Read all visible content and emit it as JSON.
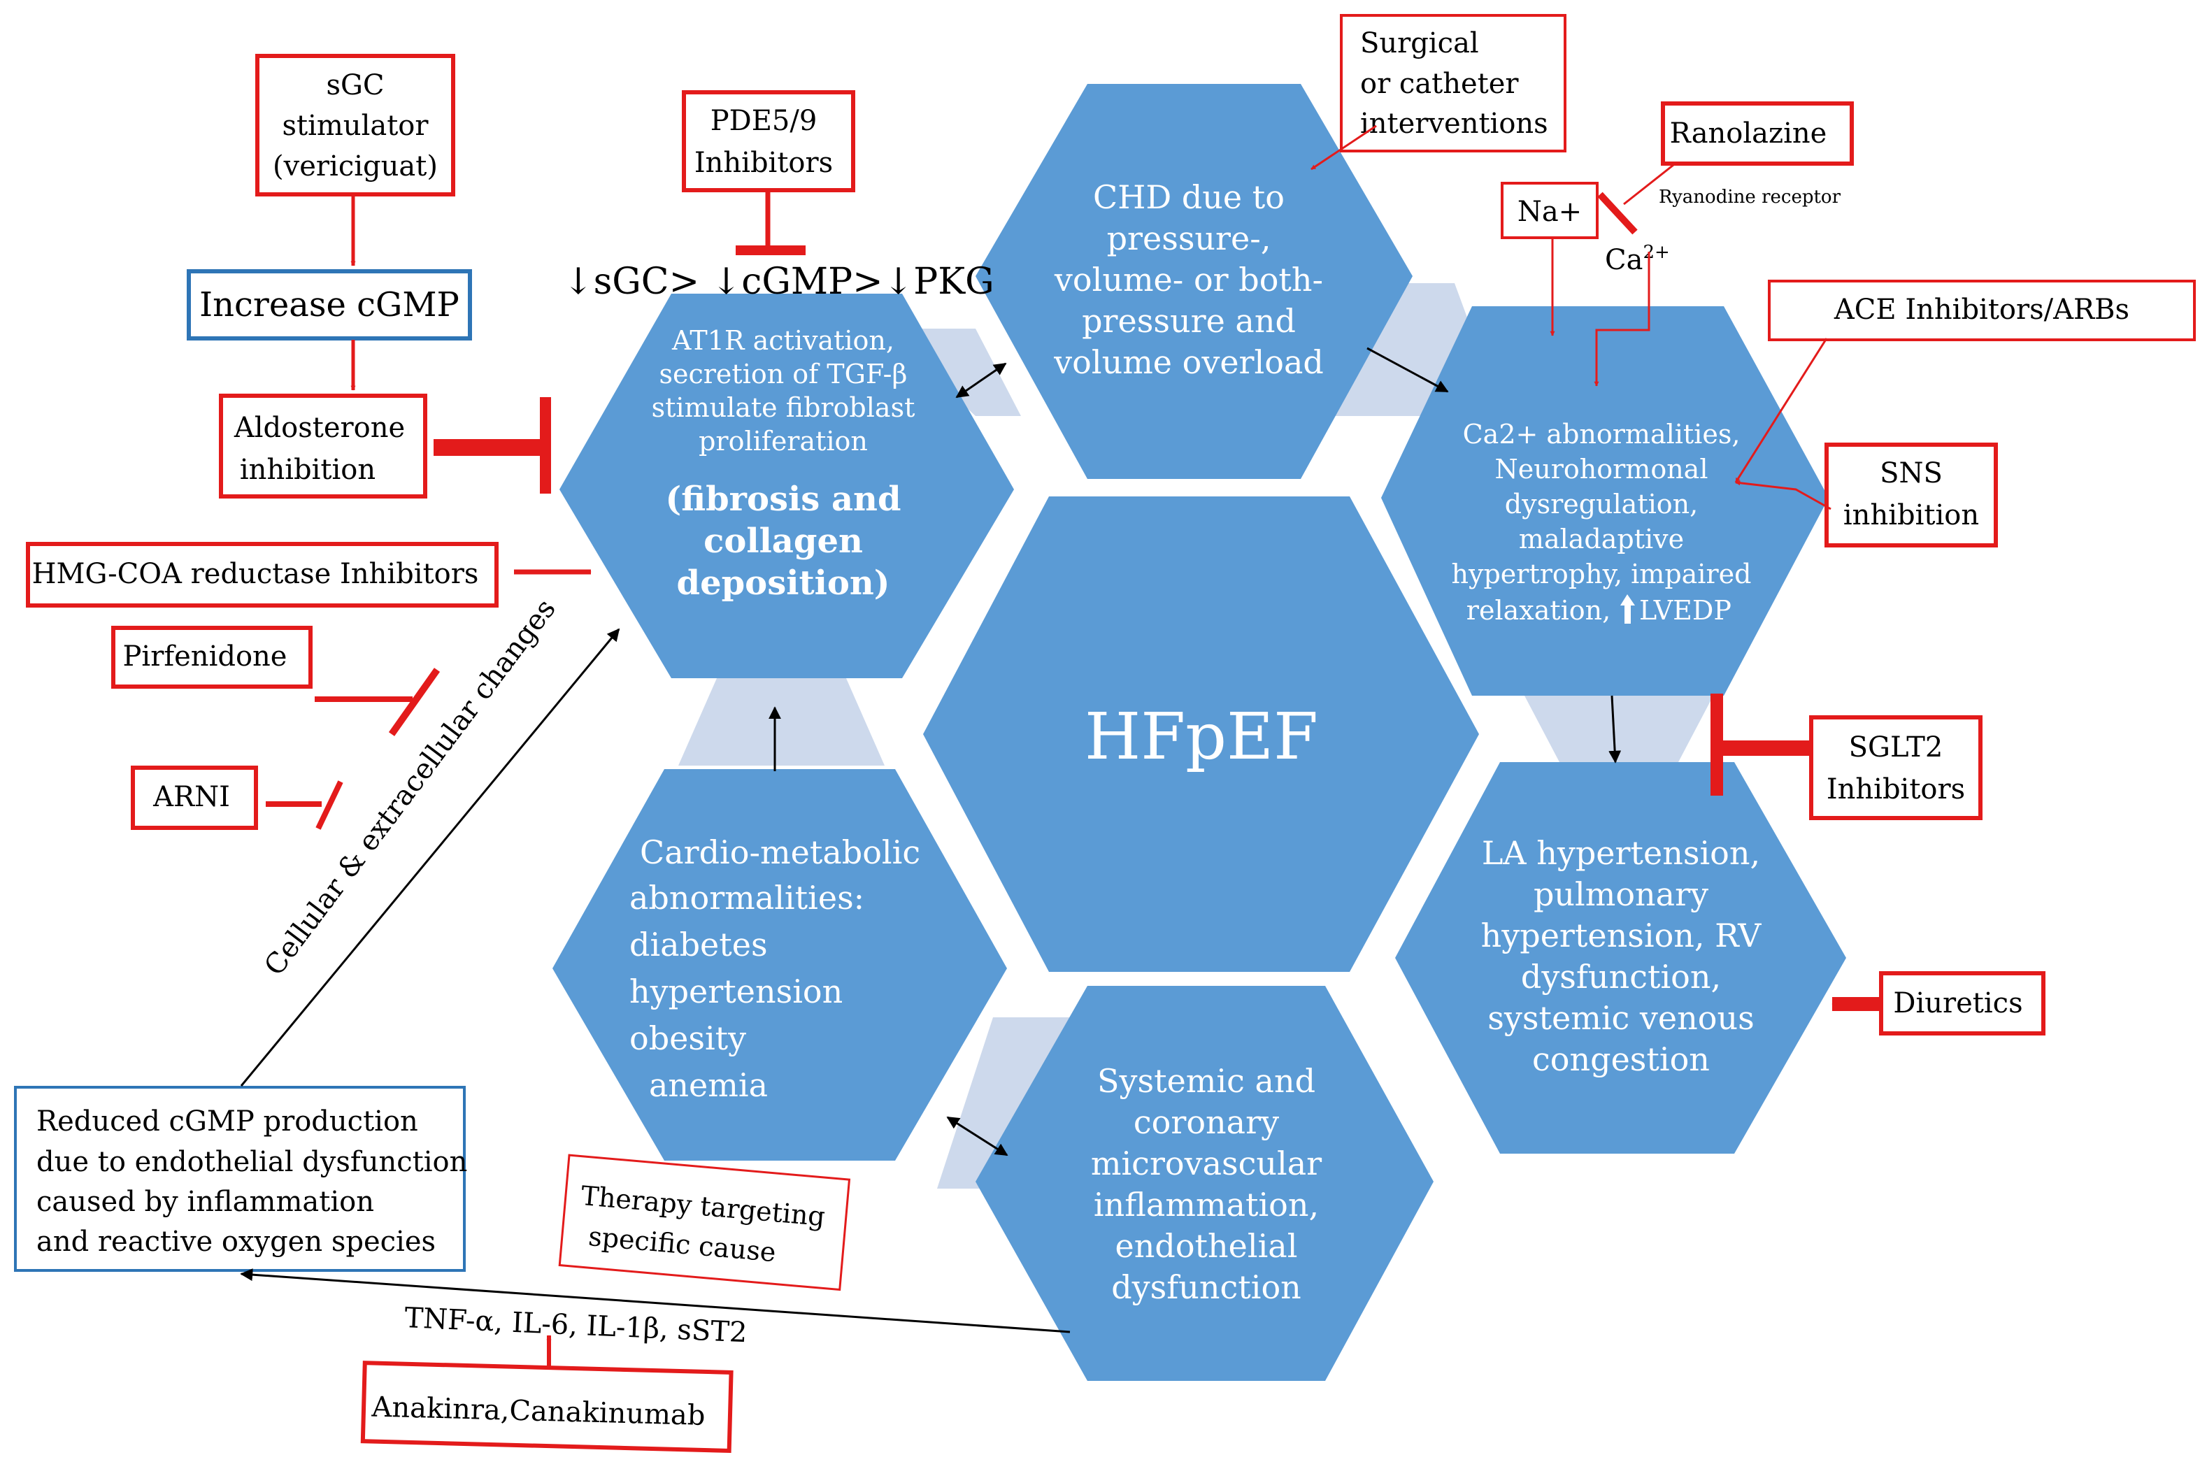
{
  "center": {
    "label": "HFpEF"
  },
  "hexagons": {
    "fibrosis": {
      "lines": [
        "AT1R activation,",
        "secretion of TGF-β",
        "stimulate fibroblast",
        "proliferation"
      ],
      "bold_lines": [
        "(fibrosis and",
        "collagen",
        "deposition)"
      ]
    },
    "chd": {
      "lines": [
        "CHD due to",
        "pressure-,",
        "volume- or both-",
        "pressure and",
        "volume overload"
      ]
    },
    "ca": {
      "lines": [
        "Ca2+ abnormalities,",
        "Neurohormonal",
        "dysregulation,",
        "maladaptive",
        "hypertrophy, impaired",
        "relaxation, ",
        "LVEDP"
      ]
    },
    "la": {
      "lines": [
        "LA hypertension,",
        "pulmonary",
        "hypertension, RV",
        "dysfunction,",
        "systemic venous",
        "congestion"
      ]
    },
    "systemic": {
      "lines": [
        "Systemic and",
        "coronary",
        "microvascular",
        "inflammation,",
        "endothelial",
        "dysfunction"
      ]
    },
    "cardiometabolic": {
      "lines": [
        "Cardio-metabolic",
        "abnormalities:",
        "diabetes",
        "hypertension",
        "obesity",
        "anemia"
      ]
    }
  },
  "pathway_text": "↓sGC> ↓cGMP>↓PKG",
  "boxes": {
    "sgc": [
      "sGC",
      "stimulator",
      "(vericiguat)"
    ],
    "increase_cgmp": "Increase cGMP",
    "aldosterone": [
      "Aldosterone",
      "inhibition"
    ],
    "hmg": "HMG-COA reductase Inhibitors",
    "pirfenidone": "Pirfenidone",
    "arni": "ARNI",
    "pde": [
      "PDE5/9",
      "Inhibitors"
    ],
    "surgical": [
      "Surgical",
      "or catheter",
      "interventions"
    ],
    "ranolazine": "Ranolazine",
    "na": "Na+",
    "ace": "ACE Inhibitors/ARBs",
    "sns": [
      "SNS",
      "inhibition"
    ],
    "sglt2": [
      "SGLT2",
      "Inhibitors"
    ],
    "diuretics": "Diuretics",
    "therapy": [
      "Therapy targeting",
      "specific cause"
    ],
    "anakinra": "Anakinra,Canakinumab",
    "reduced": [
      "Reduced cGMP production",
      "due to endothelial dysfunction",
      "caused by inflammation",
      "and reactive oxygen species"
    ]
  },
  "labels": {
    "ryanodine": "Ryanodine receptor",
    "ca2": "Ca",
    "ca2_sup": "2+",
    "cytokines": "TNF-α, IL-6, IL-1β, sST2",
    "cellular": "Cellular & extracellular changes"
  },
  "colors": {
    "hex_fill": "#5b9bd5",
    "connector_fill": "#cdd9ec",
    "drug_red": "#e31b1b",
    "blue_box": "#2e75b6"
  }
}
